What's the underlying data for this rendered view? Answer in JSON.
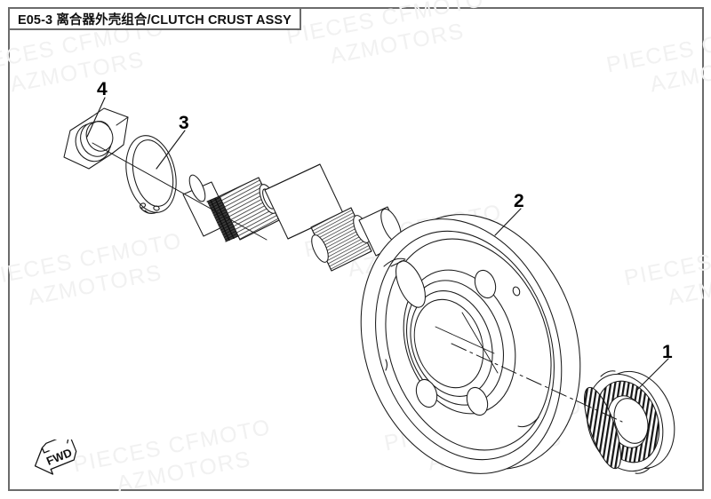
{
  "document": {
    "type": "parts-diagram",
    "background_color": "#ffffff",
    "frame_color": "#6b6b6b",
    "line_color": "#1a1a1a"
  },
  "title_bar": {
    "code": "E05-3",
    "title_cn": "离合器外壳组合",
    "title_en": "CLUTCH CRUST ASSY",
    "full_title": "E05-3 离合器外壳组合/CLUTCH CRUST ASSY"
  },
  "watermark": {
    "line1": "PIECES CFMOTO",
    "line2": "AZMOTORS",
    "color": "#f1f1f1",
    "rotation_deg": -11
  },
  "orientation_marker": {
    "label": "FWD",
    "direction": "left"
  },
  "callouts": [
    {
      "number": "1",
      "part": "one-way-sprag-bearing"
    },
    {
      "number": "2",
      "part": "clutch-housing-disc"
    },
    {
      "number": "3",
      "part": "retaining-snap-ring"
    },
    {
      "number": "4",
      "part": "hex-lock-nut"
    }
  ],
  "parts": {
    "part_1": {
      "label": "1",
      "name": "one-way-sprag-bearing"
    },
    "part_2": {
      "label": "2",
      "name": "clutch-housing-disc"
    },
    "part_3": {
      "label": "3",
      "name": "retaining-snap-ring"
    },
    "part_4": {
      "label": "4",
      "name": "hex-lock-nut"
    },
    "shaft": {
      "name": "splined-output-shaft"
    }
  }
}
